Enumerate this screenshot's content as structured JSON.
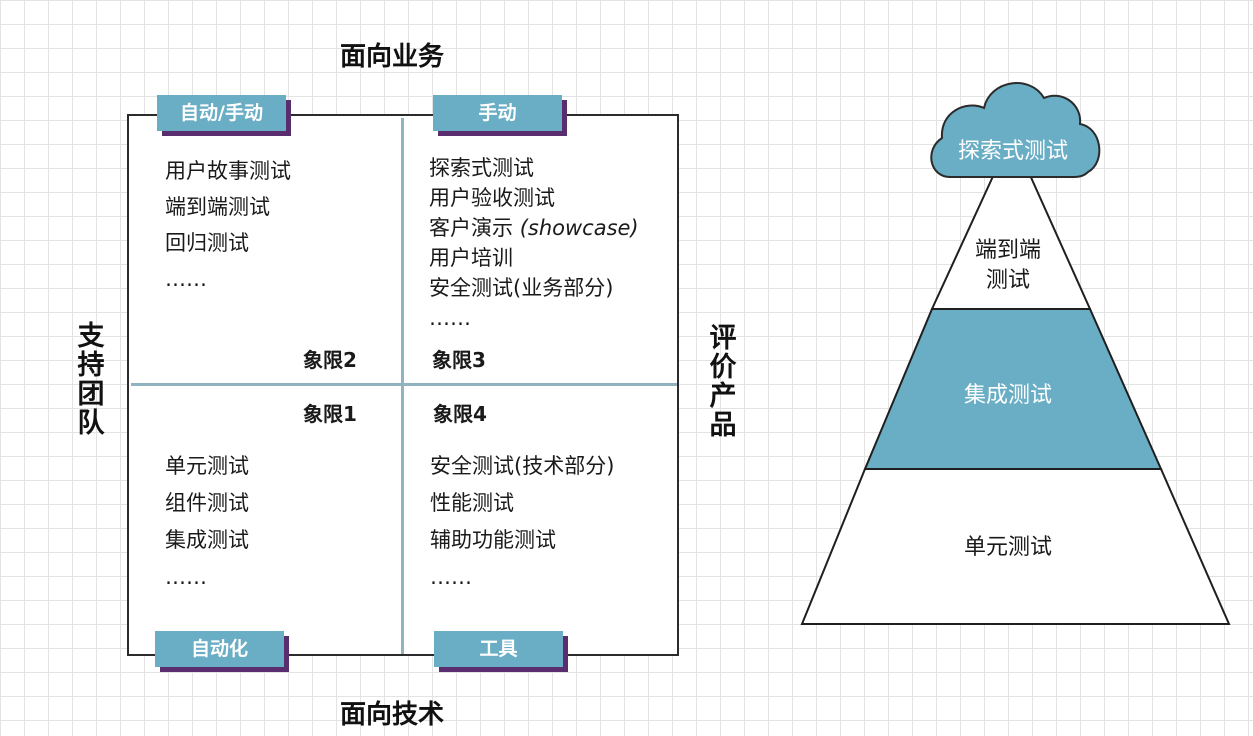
{
  "axes": {
    "top": "面向业务",
    "bottom": "面向技术",
    "left": "支持团队",
    "right": "评价产品"
  },
  "tags": {
    "q2": "自动/手动",
    "q3": "手动",
    "q1": "自动化",
    "q4": "工具"
  },
  "quadrants": {
    "q2": {
      "name": "象限2",
      "items": [
        "用户故事测试",
        "端到端测试",
        "回归测试",
        "……"
      ]
    },
    "q3": {
      "name": "象限3",
      "items": [
        "探索式测试",
        "用户验收测试",
        "客户演示",
        "用户培训",
        "安全测试(业务部分)",
        "……"
      ],
      "italic_suffix": "(showcase)"
    },
    "q1": {
      "name": "象限1",
      "items": [
        "单元测试",
        "组件测试",
        "集成测试",
        "……"
      ]
    },
    "q4": {
      "name": "象限4",
      "items": [
        "安全测试(技术部分)",
        "性能测试",
        "辅助功能测试",
        "……"
      ]
    }
  },
  "pyramid": {
    "cloud": "探索式测试",
    "top_line1": "端到端",
    "top_line2": "测试",
    "middle": "集成测试",
    "bottom": "单元测试"
  },
  "colors": {
    "accent": "#6aaec5",
    "shadow": "#5a2d6e",
    "divider": "#8fb3bf",
    "outline": "#2b2b2b"
  }
}
